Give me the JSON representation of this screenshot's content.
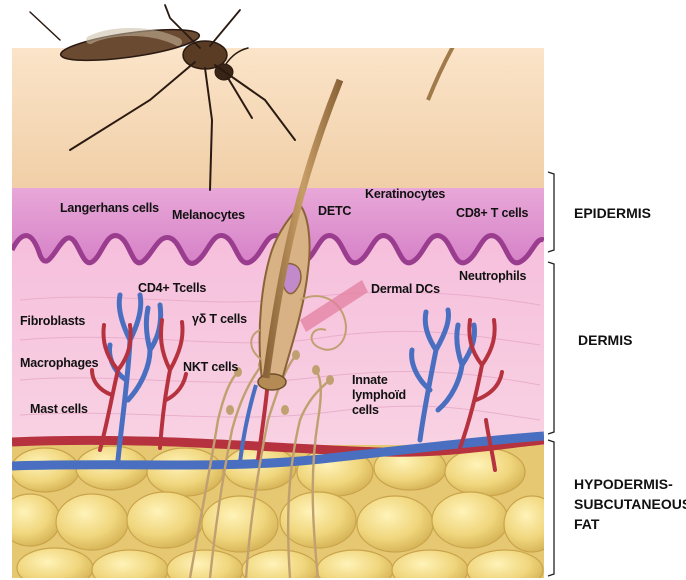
{
  "labels": {
    "langerhans": "Langerhans cells",
    "melanocytes": "Melanocytes",
    "detc": "DETC",
    "keratinocytes": "Keratinocytes",
    "cd8": "CD8+ T cells",
    "neutrophils": "Neutrophils",
    "cd4": "CD4+ Tcells",
    "dermal_dcs": "Dermal DCs",
    "fibroblasts": "Fibroblasts",
    "gd_t": "γδ T cells",
    "macrophages": "Macrophages",
    "nkt": "NKT cells",
    "innate": "Innate lymphoïd cells",
    "mast": "Mast cells"
  },
  "layers": {
    "epidermis": "EPIDERMIS",
    "dermis": "DERMIS",
    "hypodermis_1": "HYPODERMIS-",
    "hypodermis_2": "SUBCUTANEOUS",
    "hypodermis_3": "FAT"
  },
  "colors": {
    "stratum_corneum": "#f3d3aa",
    "epidermis": "#dc8fcf",
    "basement_membrane": "#9a3d8f",
    "dermis": "#f7c7dd",
    "fat": "#ecd27a",
    "artery": "#b6323f",
    "vein": "#4a6fc0",
    "hair": "#b48a55"
  }
}
